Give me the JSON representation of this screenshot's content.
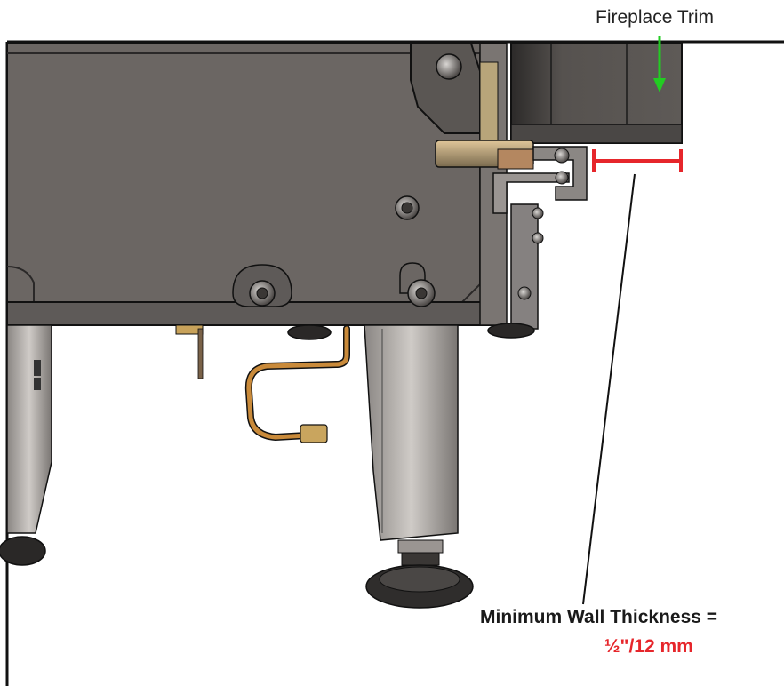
{
  "labels": {
    "fireplace_trim": "Fireplace Trim",
    "min_wall_thickness": "Minimum Wall Thickness =",
    "min_wall_value": "½\"/12 mm"
  },
  "colors": {
    "dimension_bar": "#e6262b",
    "trim_arrow": "#22cc22",
    "firebox_body": "#6b6663",
    "outline": "#111111",
    "gas_line": "#b87a2e"
  }
}
